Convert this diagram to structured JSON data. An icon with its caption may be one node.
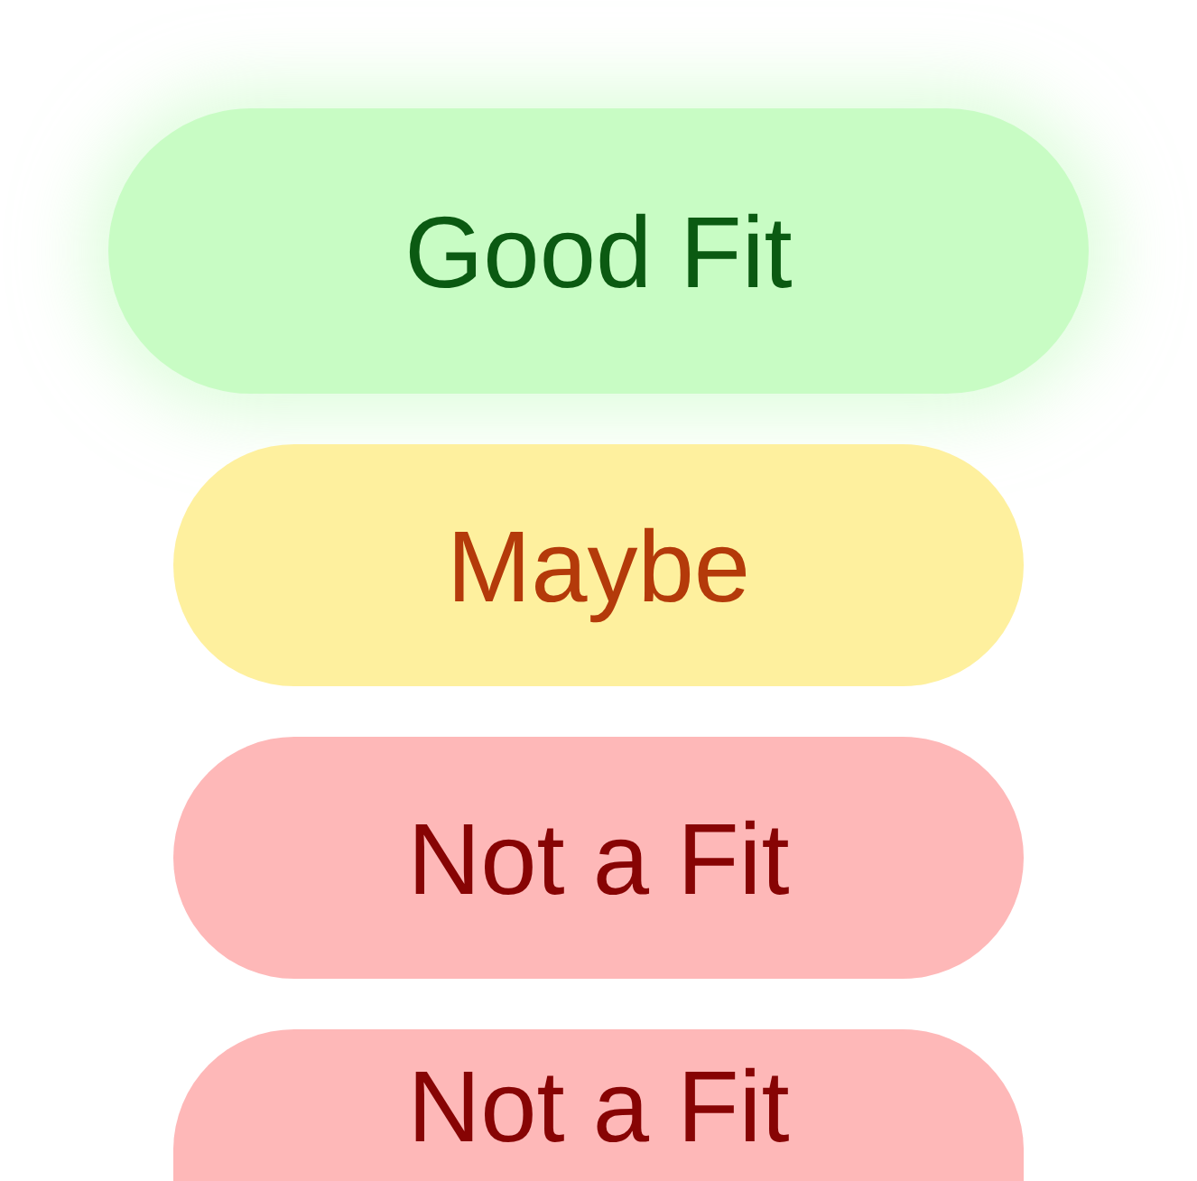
{
  "diagram": {
    "nodes": [
      {
        "text": [
          "Good Fit"
        ]
      },
      {
        "text": [
          "Maybe"
        ]
      },
      {
        "text": [
          "Not a Fit"
        ]
      },
      {
        "text": [
          "Not a Fit"
        ]
      }
    ]
  }
}
